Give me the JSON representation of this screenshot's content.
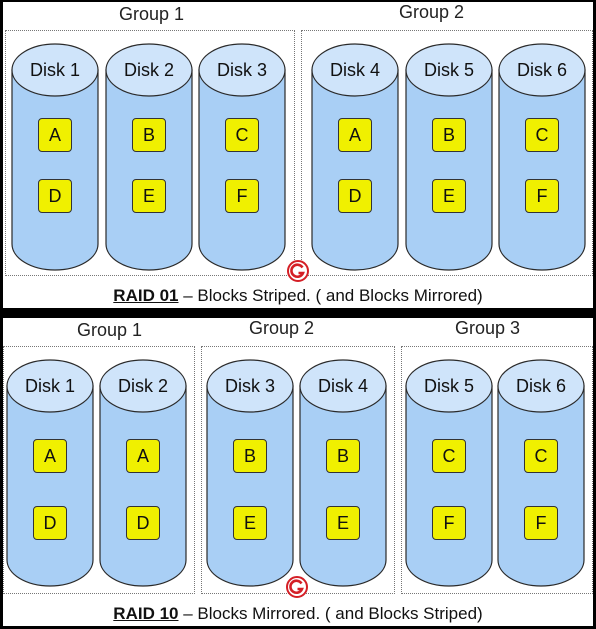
{
  "raid01": {
    "groups": [
      {
        "label": "Group 1",
        "disks": [
          {
            "label": "Disk 1",
            "blocks": [
              "A",
              "D"
            ]
          },
          {
            "label": "Disk 2",
            "blocks": [
              "B",
              "E"
            ]
          },
          {
            "label": "Disk 3",
            "blocks": [
              "C",
              "F"
            ]
          }
        ]
      },
      {
        "label": "Group 2",
        "disks": [
          {
            "label": "Disk 4",
            "blocks": [
              "A",
              "D"
            ]
          },
          {
            "label": "Disk 5",
            "blocks": [
              "B",
              "E"
            ]
          },
          {
            "label": "Disk 6",
            "blocks": [
              "C",
              "F"
            ]
          }
        ]
      }
    ],
    "caption_title": "RAID 01",
    "caption_rest": " – Blocks Striped. ( and Blocks Mirrored)"
  },
  "raid10": {
    "groups": [
      {
        "label": "Group 1",
        "disks": [
          {
            "label": "Disk 1",
            "blocks": [
              "A",
              "D"
            ]
          },
          {
            "label": "Disk 2",
            "blocks": [
              "A",
              "D"
            ]
          }
        ]
      },
      {
        "label": "Group 2",
        "disks": [
          {
            "label": "Disk 3",
            "blocks": [
              "B",
              "E"
            ]
          },
          {
            "label": "Disk 4",
            "blocks": [
              "B",
              "E"
            ]
          }
        ]
      },
      {
        "label": "Group 3",
        "disks": [
          {
            "label": "Disk 5",
            "blocks": [
              "C",
              "F"
            ]
          },
          {
            "label": "Disk 6",
            "blocks": [
              "C",
              "F"
            ]
          }
        ]
      }
    ],
    "caption_title": "RAID 10",
    "caption_rest": " – Blocks Mirrored. ( and Blocks Striped)"
  },
  "colors": {
    "disk_fill": "#a9cff5",
    "disk_top": "#cfe4fa",
    "disk_stroke": "#2a2a2a",
    "block_fill": "#f0f000",
    "logo_red": "#d41f26"
  },
  "icons": {
    "logo": "g-logo-icon"
  }
}
